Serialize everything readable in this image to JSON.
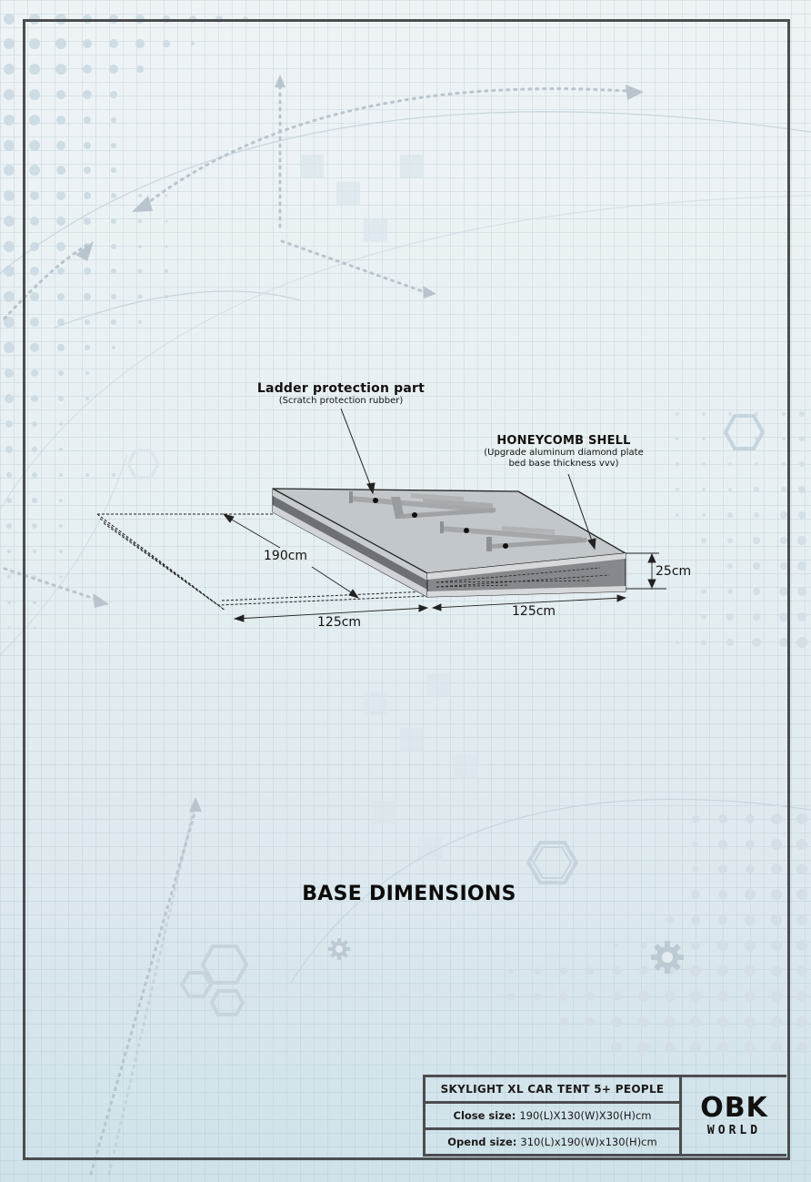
{
  "diagram": {
    "title": "BASE DIMENSIONS",
    "callouts": {
      "ladder": {
        "main": "Ladder protection part",
        "sub": "(Scratch protection rubber)"
      },
      "shell": {
        "main": "HONEYCOMB SHELL",
        "sub_line1": "(Upgrade aluminum diamond plate",
        "sub_line2": "bed base thickness vvv)"
      }
    },
    "dimensions": {
      "length": "190cm",
      "width_left": "125cm",
      "width_right": "125cm",
      "height": "25cm"
    }
  },
  "info_box": {
    "product_name": "SKYLIGHT XL CAR TENT 5+ PEOPLE",
    "close_label": "Close size:",
    "close_value": "190(L)X130(W)X30(H)cm",
    "open_label": "Opend size:",
    "open_value": "310(L)x190(W)x130(H)cm"
  },
  "logo": {
    "main": "OBK",
    "sub": "WORLD"
  },
  "colors": {
    "frame": "#4a4d50",
    "text": "#111111",
    "decor": "#b9c9d3"
  }
}
